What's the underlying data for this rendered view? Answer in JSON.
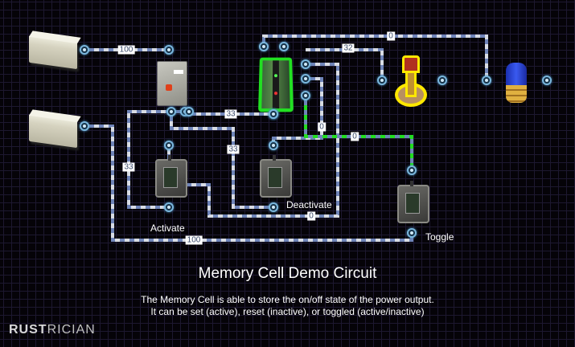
{
  "title": "Memory Cell Demo Circuit",
  "description_lines": [
    "The Memory Cell is able to store the on/off state of the power output.",
    "It can be set (active), reset (inactive), or toggled (active/inactive)"
  ],
  "logo": {
    "part1": "RUST",
    "part2": "RICIAN"
  },
  "colors": {
    "wire_inactive_a": "#6f84b8",
    "wire_inactive_b": "#d8dce4",
    "wire_active_a": "#22dd22",
    "wire_active_b": "#6f84b8",
    "highlight_active": "#22e022",
    "highlight_lamp": "#ffe800"
  },
  "components": {
    "battery_top": "battery",
    "battery_bottom": "battery",
    "splitter": "electrical-splitter",
    "memory_cell": "memory-cell",
    "switch_activate": {
      "type": "switch",
      "label": "Activate"
    },
    "switch_deactivate": {
      "type": "switch",
      "label": "Deactivate"
    },
    "switch_toggle": {
      "type": "switch",
      "label": "Toggle"
    },
    "siren_light": "siren-light-yellow-highlighted",
    "blue_lamp": "blue-lamp"
  },
  "wires": [
    {
      "id": "battery1-splitter",
      "label": "100",
      "active": false
    },
    {
      "id": "splitter-activate",
      "label": "33",
      "active": false
    },
    {
      "id": "splitter-deactivate",
      "label": "33",
      "active": false
    },
    {
      "id": "splitter-memcell",
      "label": "33",
      "active": false
    },
    {
      "id": "memcell-siren",
      "label": "32",
      "active": false
    },
    {
      "id": "memcell-bluelamp",
      "label": "0",
      "active": false
    },
    {
      "id": "activate-memcell",
      "label": "0",
      "active": false
    },
    {
      "id": "deactivate-memcell",
      "label": "0",
      "active": false
    },
    {
      "id": "toggle-memcell",
      "label": "0",
      "active": true
    },
    {
      "id": "battery2-toggle",
      "label": "100",
      "active": false
    }
  ]
}
